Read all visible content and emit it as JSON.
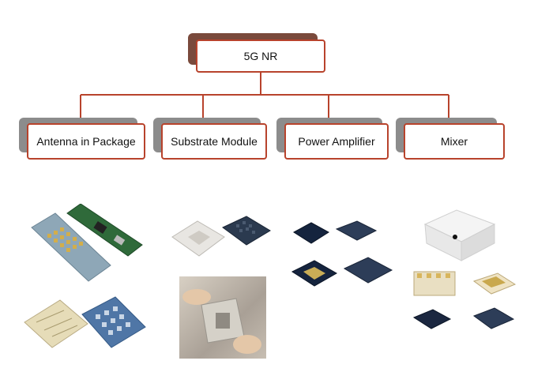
{
  "root": {
    "label": "5G NR"
  },
  "children": [
    {
      "label": "Antenna in Package"
    },
    {
      "label": "Substrate Module"
    },
    {
      "label": "Power Amplifier"
    },
    {
      "label": "Mixer"
    }
  ],
  "colors": {
    "connector": "#b8432c",
    "box_border": "#b8432c",
    "shadow": "#8c8c8c"
  }
}
